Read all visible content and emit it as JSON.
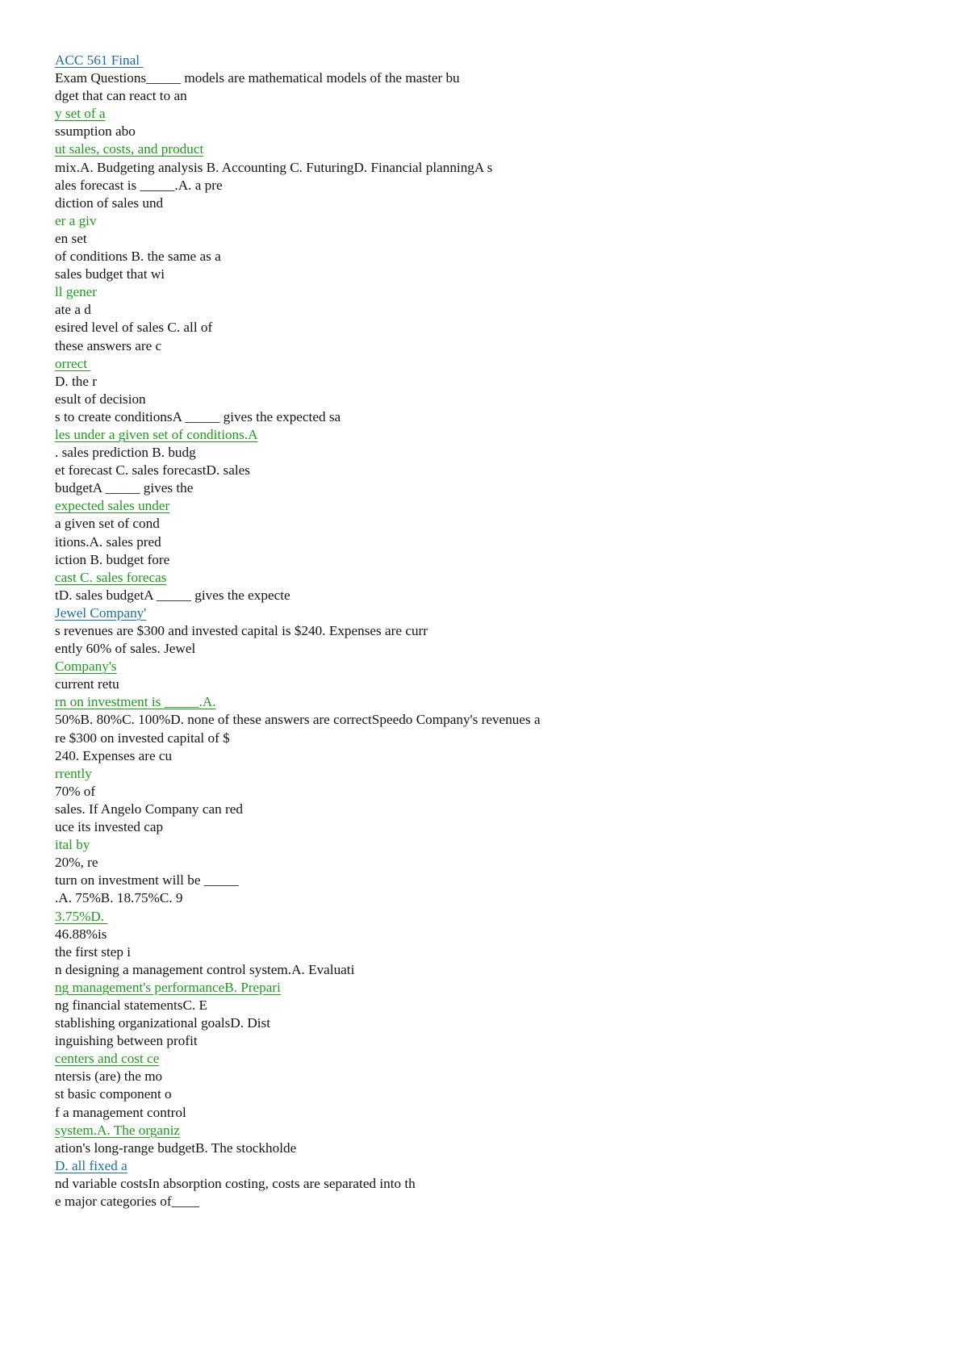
{
  "document": {
    "title": "ACC 561 Final",
    "colors": {
      "text": "#141414",
      "green_link": "#1f9a1f",
      "blue_link": "#1a6fa0",
      "background": "#ffffff"
    },
    "lines": [
      {
        "text": "ACC 561 Final ",
        "style": "blue",
        "underline": true
      },
      {
        "text": "Exam Questions_____ models are mathematical models of the master bu",
        "style": "black",
        "underline": false
      },
      {
        "text": "dget that can react to an",
        "style": "black",
        "underline": false
      },
      {
        "text": "y set of a",
        "style": "green",
        "underline": true
      },
      {
        "text": "ssumption abo",
        "style": "black",
        "underline": false
      },
      {
        "text": "ut sales, costs, and product",
        "style": "green",
        "underline": true
      },
      {
        "text": "mix.A. Budgeting analysis B. Accounting C. FuturingD. Financial planningA s",
        "style": "black",
        "underline": false
      },
      {
        "text": "ales forecast is _____.A. a pre",
        "style": "black",
        "underline": false
      },
      {
        "text": "diction of sales und",
        "style": "black",
        "underline": false
      },
      {
        "text": "er a giv",
        "style": "green",
        "underline": false
      },
      {
        "text": "en set",
        "style": "black",
        "underline": false
      },
      {
        "text": "of conditions B. the same as a",
        "style": "black",
        "underline": false
      },
      {
        "text": "sales budget that wi",
        "style": "black",
        "underline": false
      },
      {
        "text": "ll gener",
        "style": "green",
        "underline": false
      },
      {
        "text": "ate a d",
        "style": "black",
        "underline": false
      },
      {
        "text": "esired level of sales C. all of",
        "style": "black",
        "underline": false
      },
      {
        "text": "these answers are c",
        "style": "black",
        "underline": false
      },
      {
        "text": "orrect ",
        "style": "green",
        "underline": true
      },
      {
        "text": "D. the r",
        "style": "black",
        "underline": false
      },
      {
        "text": "esult of decision",
        "style": "black",
        "underline": false
      },
      {
        "text": "s to create conditionsA _____ gives the expected sa",
        "style": "black",
        "underline": false
      },
      {
        "text": "les under a given set of conditions.A",
        "style": "green",
        "underline": true
      },
      {
        "text": ". sales prediction B. budg",
        "style": "black",
        "underline": false
      },
      {
        "text": "et forecast C. sales forecastD. sales",
        "style": "black",
        "underline": false
      },
      {
        "text": "budgetA _____ gives the",
        "style": "black",
        "underline": false
      },
      {
        "text": "expected sales under",
        "style": "green",
        "underline": true
      },
      {
        "text": "a given set of cond",
        "style": "black",
        "underline": false
      },
      {
        "text": "itions.A. sales pred",
        "style": "black",
        "underline": false
      },
      {
        "text": "iction B. budget fore",
        "style": "black",
        "underline": false
      },
      {
        "text": "cast C. sales forecas",
        "style": "green",
        "underline": true
      },
      {
        "text": "tD. sales budgetA _____ gives the expecte",
        "style": "black",
        "underline": false
      },
      {
        "text": "Jewel Company'",
        "style": "blue",
        "underline": true
      },
      {
        "text": "s revenues are $300 and invested capital is $240. Expenses are curr",
        "style": "black",
        "underline": false
      },
      {
        "text": "ently 60% of sales. Jewel",
        "style": "black",
        "underline": false
      },
      {
        "text": "Company's",
        "style": "green",
        "underline": true
      },
      {
        "text": "current retu",
        "style": "black",
        "underline": false
      },
      {
        "text": "rn on investment is _____.A.",
        "style": "green",
        "underline": true
      },
      {
        "text": "50%B. 80%C. 100%D. none of these answers are correctSpeedo Company's revenues a",
        "style": "black",
        "underline": false
      },
      {
        "text": "re $300 on invested capital of $",
        "style": "black",
        "underline": false
      },
      {
        "text": "240. Expenses are cu",
        "style": "black",
        "underline": false
      },
      {
        "text": "rrently",
        "style": "green",
        "underline": false
      },
      {
        "text": "70% of",
        "style": "black",
        "underline": false
      },
      {
        "text": "sales. If Angelo Company can red",
        "style": "black",
        "underline": false
      },
      {
        "text": "uce its invested cap",
        "style": "black",
        "underline": false
      },
      {
        "text": "ital by",
        "style": "green",
        "underline": false
      },
      {
        "text": "20%, re",
        "style": "black",
        "underline": false
      },
      {
        "text": "turn on investment will be _____",
        "style": "black",
        "underline": false
      },
      {
        "text": ".A. 75%B. 18.75%C. 9",
        "style": "black",
        "underline": false
      },
      {
        "text": "3.75%D. ",
        "style": "green",
        "underline": true
      },
      {
        "text": "46.88%is",
        "style": "black",
        "underline": false
      },
      {
        "text": "the first step i",
        "style": "black",
        "underline": false
      },
      {
        "text": "n designing a management control system.A. Evaluati",
        "style": "black",
        "underline": false
      },
      {
        "text": "ng management's performanceB. Prepari",
        "style": "green",
        "underline": true
      },
      {
        "text": "ng financial statementsC. E",
        "style": "black",
        "underline": false
      },
      {
        "text": "stablishing organizational goalsD. Dist",
        "style": "black",
        "underline": false
      },
      {
        "text": "inguishing between profit",
        "style": "black",
        "underline": false
      },
      {
        "text": "centers and cost ce",
        "style": "green",
        "underline": true
      },
      {
        "text": "ntersis (are) the mo",
        "style": "black",
        "underline": false
      },
      {
        "text": "st basic component o",
        "style": "black",
        "underline": false
      },
      {
        "text": "f a management control",
        "style": "black",
        "underline": false
      },
      {
        "text": "system.A. The organiz",
        "style": "green",
        "underline": true
      },
      {
        "text": "ation's long-range budgetB. The stockholde",
        "style": "black",
        "underline": false
      },
      {
        "text": "D. all fixed a",
        "style": "blue",
        "underline": true
      },
      {
        "text": "nd variable costsIn absorption costing, costs are separated into th",
        "style": "black",
        "underline": false
      },
      {
        "text": "e major categories of____",
        "style": "black",
        "underline": false
      }
    ]
  }
}
